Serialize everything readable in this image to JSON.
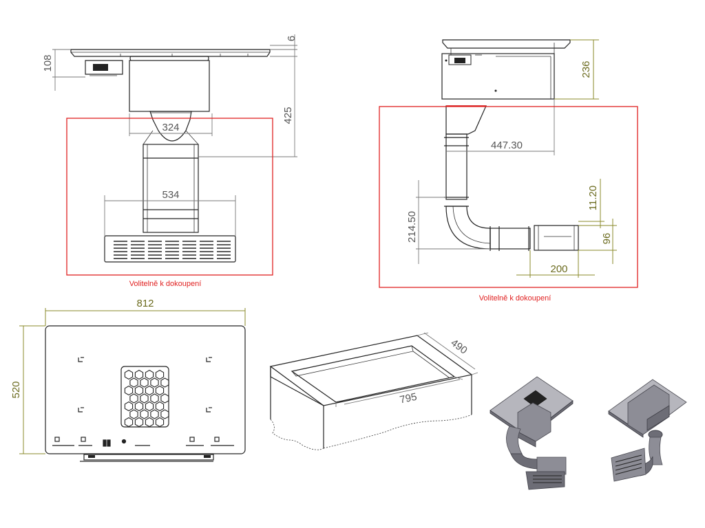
{
  "captions": {
    "optional_left": "Volitelně k dokoupení",
    "optional_right": "Volitelně k dokoupení"
  },
  "dimensions": {
    "front_top_thickness": "6",
    "front_height_small": "108",
    "front_height_total": "425",
    "front_width_throat": "324",
    "front_width_outlet": "534",
    "side_height": "236",
    "side_offset": "447.30",
    "side_duct_drop": "214.50",
    "side_duct_gap": "11.20",
    "side_duct_height": "96",
    "side_duct_length": "200",
    "top_width": "812",
    "top_depth": "520",
    "cutout_width": "795",
    "cutout_depth": "490"
  },
  "colors": {
    "optional_frame": "#e02020",
    "dimension_grey": "#777777",
    "dimension_olive": "#8a8a2a"
  }
}
